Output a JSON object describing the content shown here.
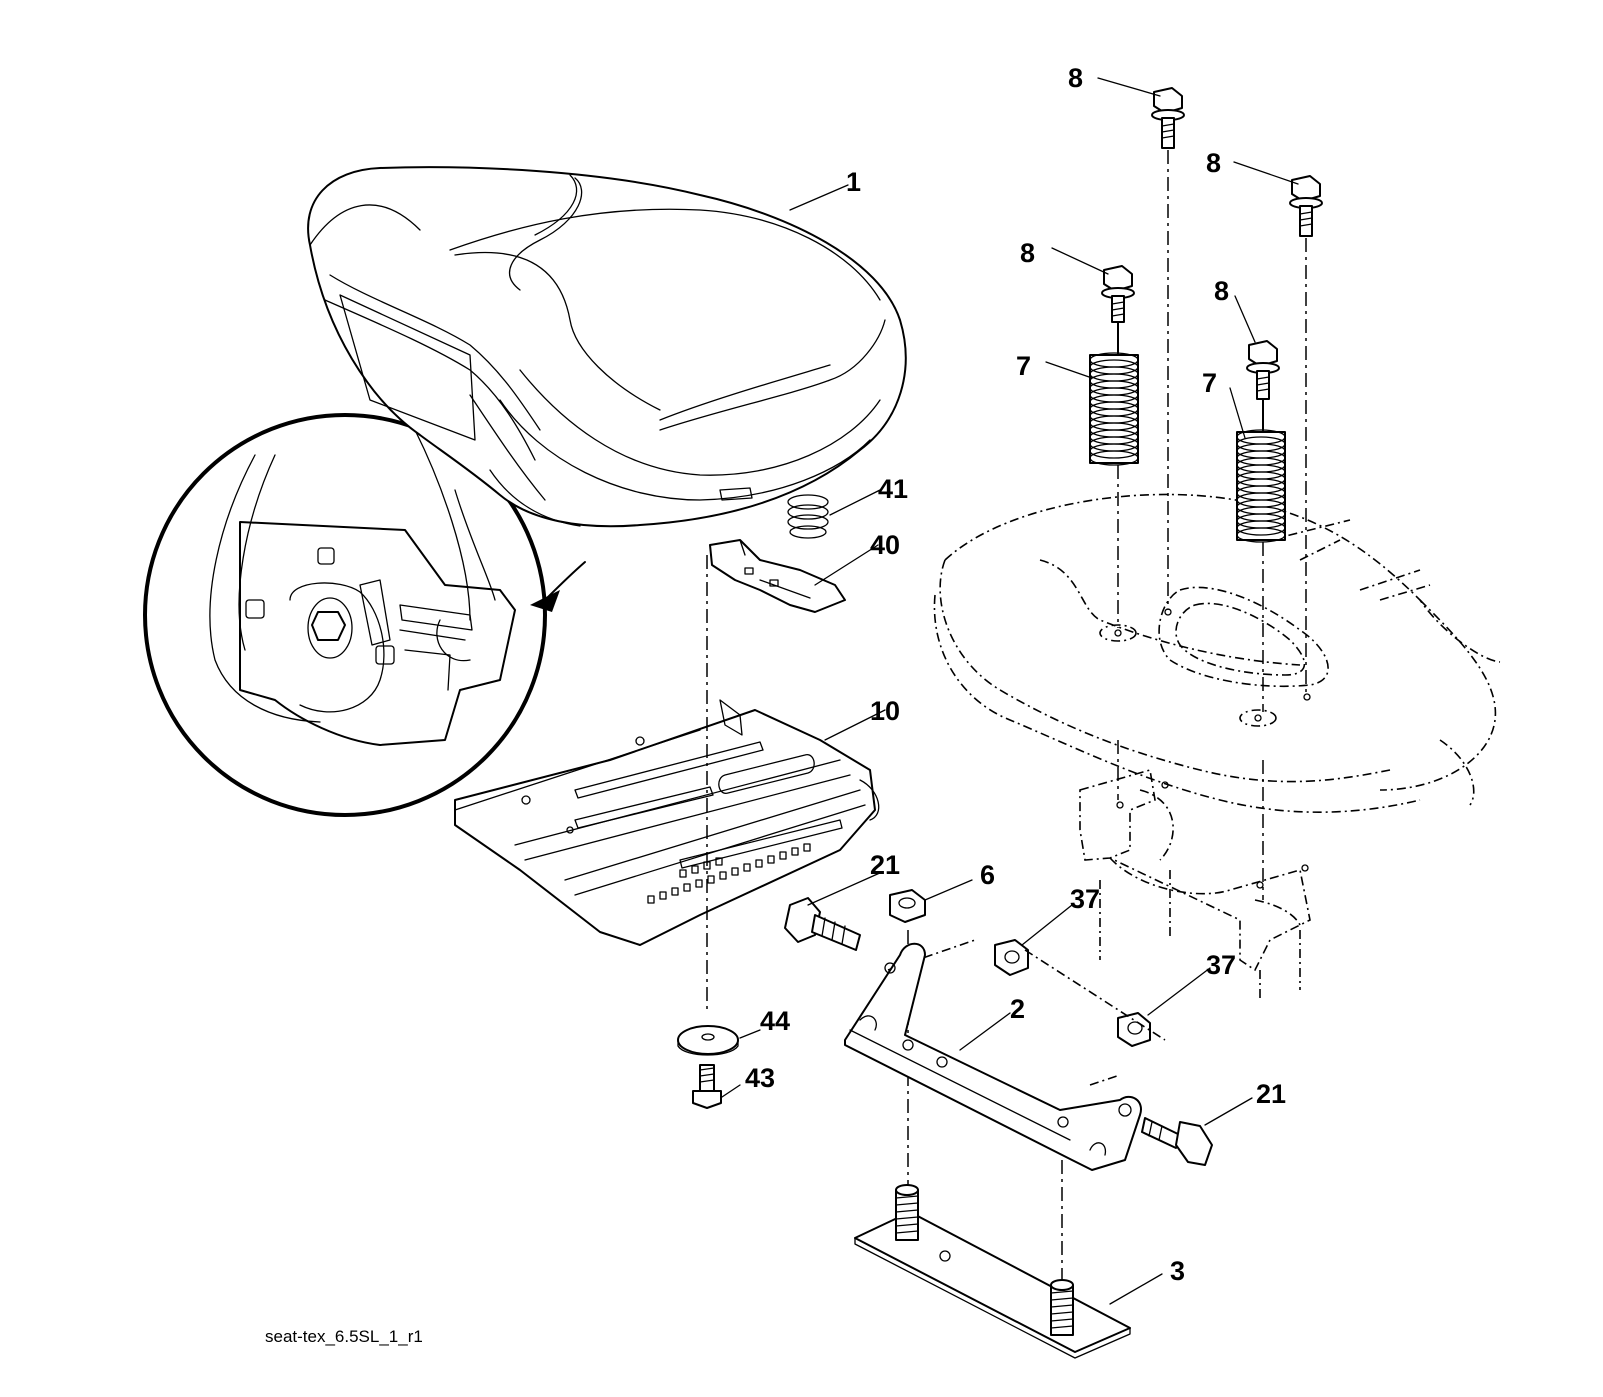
{
  "diagram": {
    "caption": "seat-tex_6.5SL_1_r1",
    "callouts": {
      "c1": "1",
      "c2": "2",
      "c3": "3",
      "c6": "6",
      "c7a": "7",
      "c7b": "7",
      "c8a": "8",
      "c8b": "8",
      "c8c": "8",
      "c8d": "8",
      "c10": "10",
      "c21a": "21",
      "c21b": "21",
      "c37a": "37",
      "c37b": "37",
      "c40": "40",
      "c41": "41",
      "c43": "43",
      "c44": "44"
    }
  }
}
